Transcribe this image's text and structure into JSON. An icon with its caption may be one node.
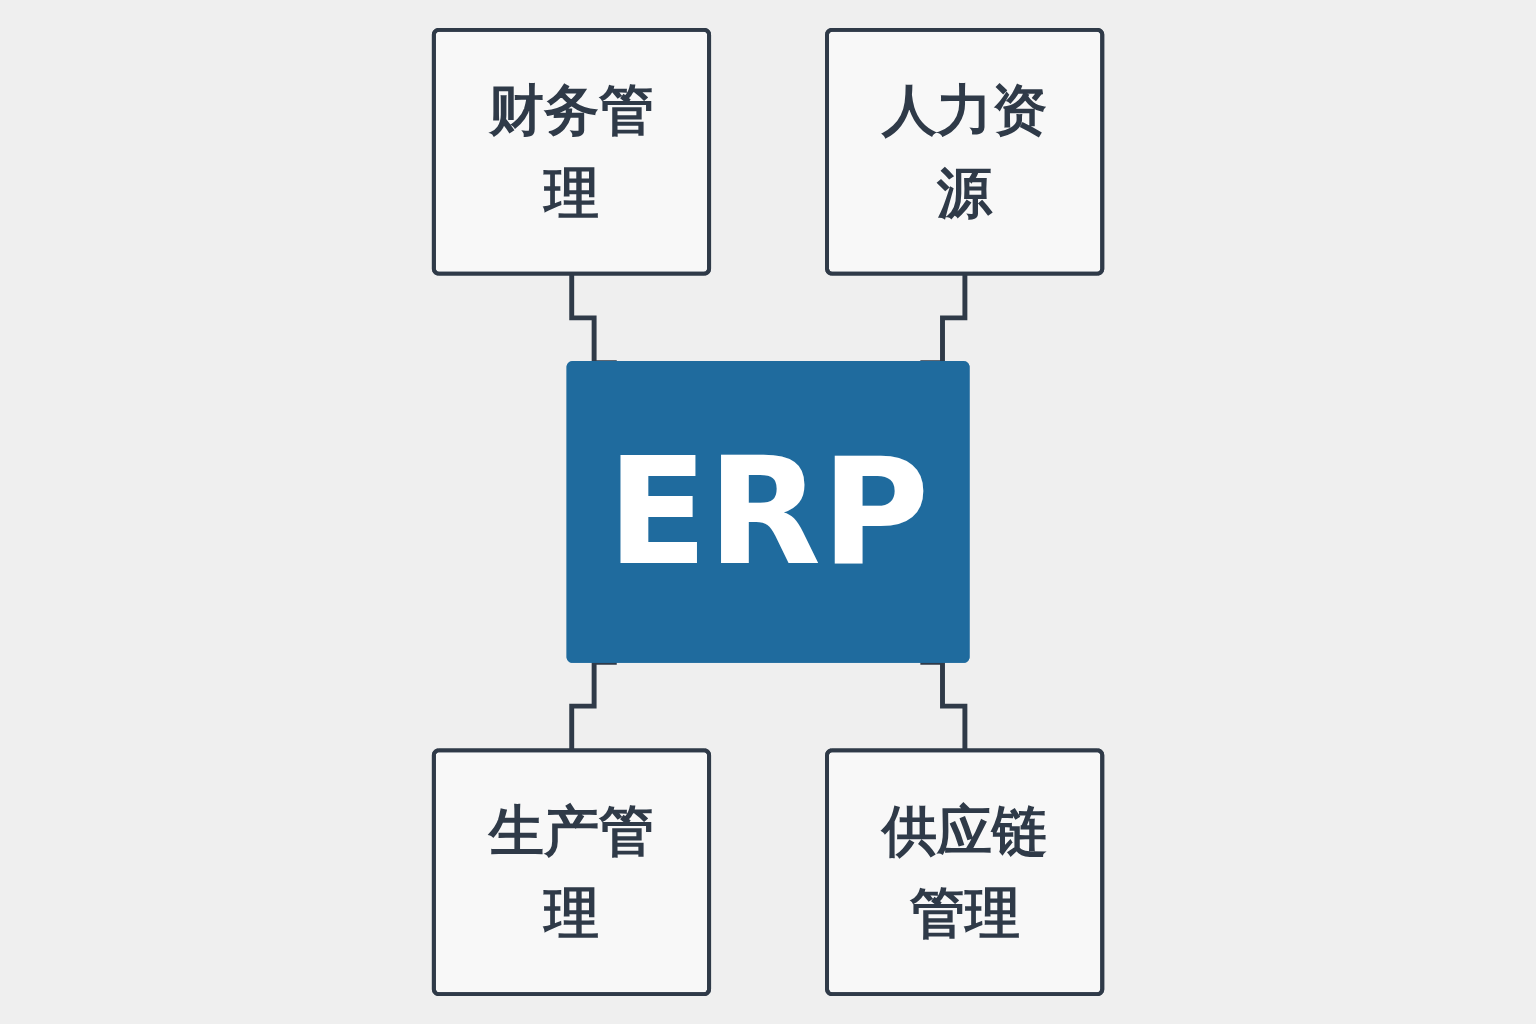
{
  "diagram": {
    "nodes": [
      {
        "text": [
          "财务管理"
        ]
      },
      {
        "text": [
          "人力资源"
        ]
      },
      {
        "text": [
          "ERP"
        ]
      },
      {
        "text": [
          "生产管理"
        ]
      },
      {
        "text": [
          "供应链管理"
        ]
      }
    ],
    "edges": [
      {
        "from": 0,
        "to": 2,
        "arrow": "none"
      },
      {
        "from": 1,
        "to": 2,
        "arrow": "none"
      },
      {
        "from": 2,
        "to": 3,
        "arrow": "none"
      },
      {
        "from": 2,
        "to": 4,
        "arrow": "none"
      }
    ]
  }
}
